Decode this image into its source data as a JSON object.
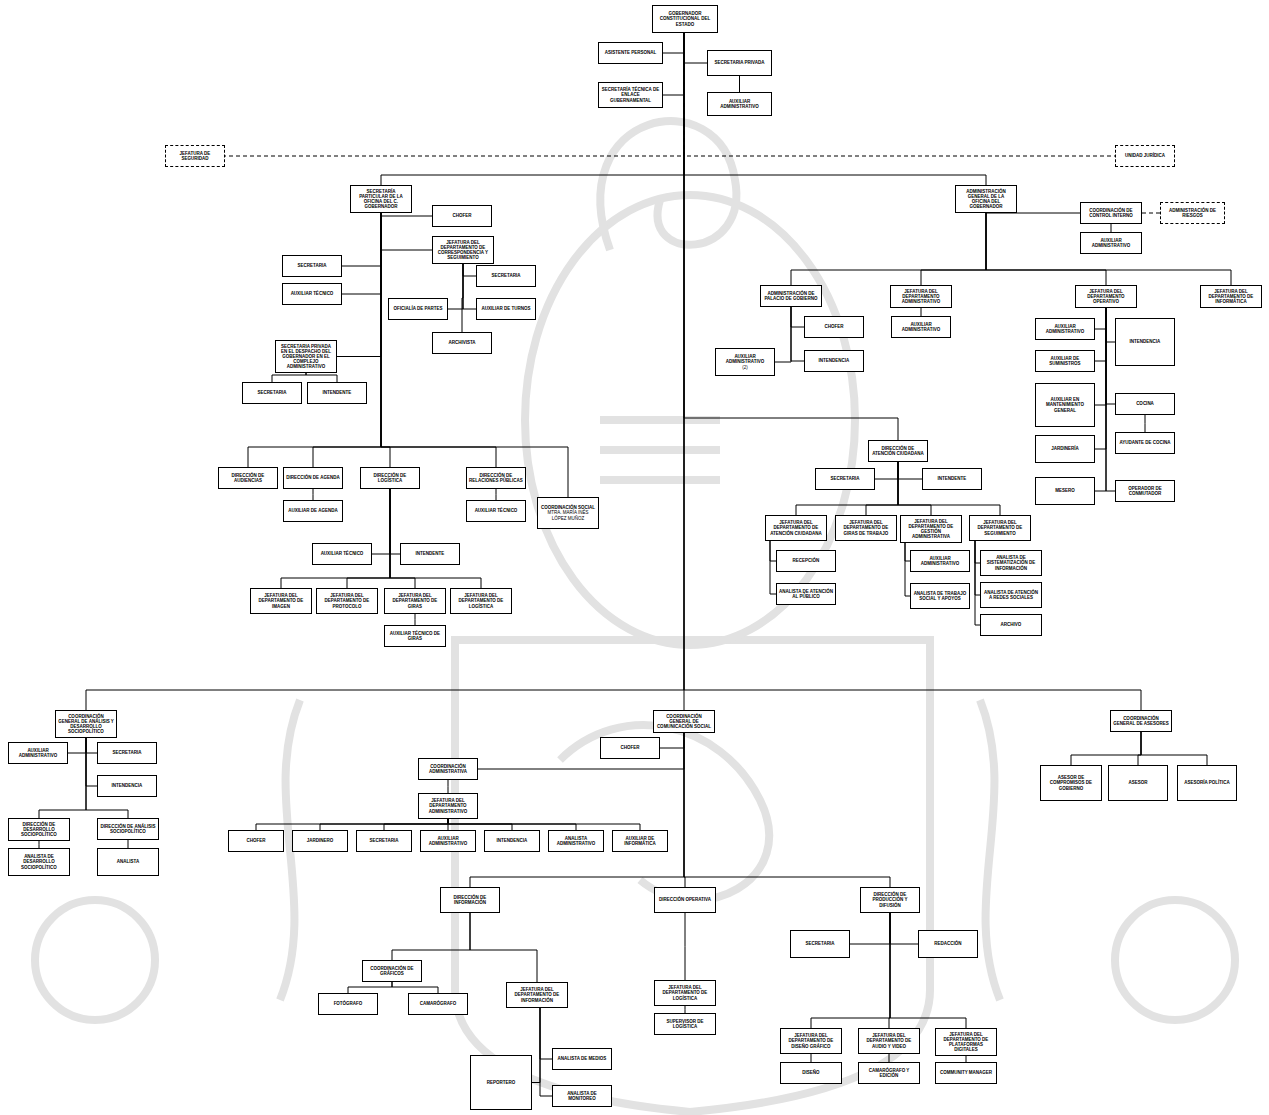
{
  "diagram": {
    "nodes": [
      {
        "text": [
          "GOBERNADOR CONSTITUCIONAL DEL ESTADO"
        ]
      },
      {
        "text": [
          "ASISTENTE PERSONAL"
        ]
      },
      {
        "text": [
          "SECRETARIA PRIVADA"
        ]
      },
      {
        "text": [
          "AUXILIAR ADMINISTRATIVO"
        ]
      },
      {
        "text": [
          "SECRETARÍA TÉCNICA DE ENLACE GUBERNAMENTAL"
        ]
      },
      {
        "text": [
          "JEFATURA DE SEGURIDAD"
        ]
      },
      {
        "text": [
          "UNIDAD JURÍDICA"
        ]
      },
      {
        "text": [
          "SECRETARÍA PARTICULAR DE LA OFICINA DEL C. GOBERNADOR"
        ]
      },
      {
        "text": [
          "CHOFER"
        ]
      },
      {
        "text": [
          "JEFATURA DEL DEPARTAMENTO DE CORRESPONDENCIA Y SEGUIMIENTO"
        ]
      },
      {
        "text": [
          "SECRETARIA"
        ]
      },
      {
        "text": [
          "AUXILIAR TÉCNICO"
        ]
      },
      {
        "text": [
          "SECRETARIA"
        ]
      },
      {
        "text": [
          "OFICIALÍA DE PARTES"
        ]
      },
      {
        "text": [
          "AUXILIAR DE TURNOS"
        ]
      },
      {
        "text": [
          "ARCHIVISTA"
        ]
      },
      {
        "text": [
          "SECRETARIA PRIVADA EN EL DESPACHO DEL GOBERNADOR EN EL COMPLEJO ADMINISTRATIVO"
        ]
      },
      {
        "text": [
          "SECRETARIA"
        ]
      },
      {
        "text": [
          "INTENDENTE"
        ]
      },
      {
        "text": [
          "DIRECCIÓN DE AUDIENCIAS"
        ]
      },
      {
        "text": [
          "DIRECCIÓN DE AGENDA"
        ]
      },
      {
        "text": [
          "AUXILIAR DE AGENDA"
        ]
      },
      {
        "text": [
          "DIRECCIÓN DE LOGÍSTICA"
        ]
      },
      {
        "text": [
          "DIRECCIÓN DE RELACIONES PÚBLICAS"
        ]
      },
      {
        "text": [
          "AUXILIAR TÉCNICO"
        ]
      },
      {
        "text": [
          "COORDINACIÓN SOCIAL",
          "MTRA. MARÍA INÉS LÓPEZ MUÑOZ"
        ]
      },
      {
        "text": [
          "AUXILIAR TÉCNICO"
        ]
      },
      {
        "text": [
          "INTENDENTE"
        ]
      },
      {
        "text": [
          "JEFATURA DEL DEPARTAMENTO DE IMAGEN"
        ]
      },
      {
        "text": [
          "JEFATURA DEL DEPARTAMENTO DE PROTOCOLO"
        ]
      },
      {
        "text": [
          "JEFATURA DEL DEPARTAMENTO DE GIRAS"
        ]
      },
      {
        "text": [
          "JEFATURA DEL DEPARTAMENTO DE LOGÍSTICA"
        ]
      },
      {
        "text": [
          "AUXILIAR TÉCNICO DE GIRAS"
        ]
      },
      {
        "text": [
          "ADMINISTRACIÓN GENERAL DE LA OFICINA DEL GOBERNADOR"
        ]
      },
      {
        "text": [
          "COORDINACIÓN DE CONTROL INTERNO"
        ]
      },
      {
        "text": [
          "ADMINISTRACIÓN DE RIESGOS"
        ]
      },
      {
        "text": [
          "AUXILIAR ADMINISTRATIVO"
        ]
      },
      {
        "text": [
          "ADMINISTRACIÓN DE PALACIO DE GOBIERNO"
        ]
      },
      {
        "text": [
          "JEFATURA DEL DEPARTAMENTO ADMINISTRATIVO"
        ]
      },
      {
        "text": [
          "JEFATURA DEL DEPARTAMENTO OPERATIVO"
        ]
      },
      {
        "text": [
          "JEFATURA DEL DEPARTAMENTO DE INFORMÁTICA"
        ]
      },
      {
        "text": [
          "CHOFER"
        ]
      },
      {
        "text": [
          "AUXILIAR ADMINISTRATIVO"
        ]
      },
      {
        "text": [
          "AUXILIAR ADMINISTRATIVO",
          "(2)"
        ]
      },
      {
        "text": [
          "INTENDENCIA"
        ]
      },
      {
        "text": [
          "AUXILIAR ADMINISTRATIVO"
        ]
      },
      {
        "text": [
          "INTENDENCIA"
        ]
      },
      {
        "text": [
          "AUXILIAR DE SUMINISTROS"
        ]
      },
      {
        "text": [
          "AUXILIAR EN MANTENIMIENTO GENERAL"
        ]
      },
      {
        "text": [
          "COCINA"
        ]
      },
      {
        "text": [
          "JARDINERÍA"
        ]
      },
      {
        "text": [
          "AYUDANTE DE COCINA"
        ]
      },
      {
        "text": [
          "MESERO"
        ]
      },
      {
        "text": [
          "OPERADOR DE CONMUTADOR"
        ]
      },
      {
        "text": [
          "DIRECCIÓN DE ATENCIÓN CIUDADANA"
        ]
      },
      {
        "text": [
          "SECRETARIA"
        ]
      },
      {
        "text": [
          "INTENDENTE"
        ]
      },
      {
        "text": [
          "JEFATURA DEL DEPARTAMENTO DE ATENCIÓN CIUDADANA"
        ]
      },
      {
        "text": [
          "JEFATURA DEL DEPARTAMENTO DE GIRAS DE TRABAJO"
        ]
      },
      {
        "text": [
          "JEFATURA DEL DEPARTAMENTO DE GESTIÓN ADMINISTRATIVA"
        ]
      },
      {
        "text": [
          "JEFATURA DEL DEPARTAMENTO DE SEGUIMIENTO"
        ]
      },
      {
        "text": [
          "RECEPCIÓN"
        ]
      },
      {
        "text": [
          "ANALISTA DE ATENCIÓN AL PÚBLICO"
        ]
      },
      {
        "text": [
          "AUXILIAR ADMINISTRATIVO"
        ]
      },
      {
        "text": [
          "ANALISTA DE TRABAJO SOCIAL Y APOYOS"
        ]
      },
      {
        "text": [
          "ANALISTA DE SISTEMATIZACIÓN DE INFORMACIÓN"
        ]
      },
      {
        "text": [
          "ANALISTA DE ATENCIÓN A REDES SOCIALES"
        ]
      },
      {
        "text": [
          "ARCHIVO"
        ]
      },
      {
        "text": [
          "COORDINACIÓN GENERAL DE ANÁLISIS Y DESARROLLO SOCIOPOLÍTICO"
        ]
      },
      {
        "text": [
          "AUXILIAR ADMINISTRATIVO"
        ]
      },
      {
        "text": [
          "SECRETARIA"
        ]
      },
      {
        "text": [
          "INTENDENCIA"
        ]
      },
      {
        "text": [
          "DIRECCIÓN DE DESARROLLO SOCIOPOLÍTICO"
        ]
      },
      {
        "text": [
          "DIRECCIÓN DE ANÁLISIS SOCIOPOLÍTICO"
        ]
      },
      {
        "text": [
          "ANALISTA DE DESARROLLO SOCIOPOLÍTICO"
        ]
      },
      {
        "text": [
          "ANALISTA"
        ]
      },
      {
        "text": [
          "COORDINACIÓN GENERAL DE COMUNICACIÓN SOCIAL"
        ]
      },
      {
        "text": [
          "CHOFER"
        ]
      },
      {
        "text": [
          "COORDINACIÓN ADMINISTRATIVA"
        ]
      },
      {
        "text": [
          "JEFATURA DEL DEPARTAMENTO ADMINISTRATIVO"
        ]
      },
      {
        "text": [
          "CHOFER"
        ]
      },
      {
        "text": [
          "JARDINERO"
        ]
      },
      {
        "text": [
          "SECRETARIA"
        ]
      },
      {
        "text": [
          "AUXILIAR ADMINISTRATIVO"
        ]
      },
      {
        "text": [
          "INTENDENCIA"
        ]
      },
      {
        "text": [
          "ANALISTA ADMINISTRATIVO"
        ]
      },
      {
        "text": [
          "AUXILIAR DE INFORMÁTICA"
        ]
      },
      {
        "text": [
          "DIRECCIÓN DE INFORMACIÓN"
        ]
      },
      {
        "text": [
          "DIRECCIÓN OPERATIVA"
        ]
      },
      {
        "text": [
          "DIRECCIÓN DE PRODUCCIÓN Y DIFUSIÓN"
        ]
      },
      {
        "text": [
          "COORDINACIÓN DE GRÁFICOS"
        ]
      },
      {
        "text": [
          "FOTÓGRAFO"
        ]
      },
      {
        "text": [
          "CAMARÓGRAFO"
        ]
      },
      {
        "text": [
          "JEFATURA DEL DEPARTAMENTO DE INFORMACIÓN"
        ]
      },
      {
        "text": [
          "REPORTERO"
        ]
      },
      {
        "text": [
          "ANALISTA DE MEDIOS"
        ]
      },
      {
        "text": [
          "ANALISTA DE MONITOREO"
        ]
      },
      {
        "text": [
          "JEFATURA DEL DEPARTAMENTO DE LOGÍSTICA"
        ]
      },
      {
        "text": [
          "SUPERVISOR DE LOGÍSTICA"
        ]
      },
      {
        "text": [
          "SECRETARIA"
        ]
      },
      {
        "text": [
          "REDACCIÓN"
        ]
      },
      {
        "text": [
          "JEFATURA DEL DEPARTAMENTO DE DISEÑO GRÁFICO"
        ]
      },
      {
        "text": [
          "JEFATURA DEL DEPARTAMENTO DE AUDIO Y VIDEO"
        ]
      },
      {
        "text": [
          "JEFATURA DEL DEPARTAMENTO DE PLATAFORMAS DIGITALES"
        ]
      },
      {
        "text": [
          "DISEÑO"
        ]
      },
      {
        "text": [
          "CAMARÓGRAFO Y EDICIÓN"
        ]
      },
      {
        "text": [
          "COMMUNITY MANAGER"
        ]
      },
      {
        "text": [
          "COORDINACIÓN GENERAL DE ASESORES"
        ]
      },
      {
        "text": [
          "ASESOR DE COMPROMISOS DE GOBIERNO"
        ]
      },
      {
        "text": [
          "ASESOR"
        ]
      },
      {
        "text": [
          "ASESORÍA POLÍTICA"
        ]
      }
    ],
    "edges": [
      {
        "from": 0,
        "to": 1,
        "arrow": "none"
      },
      {
        "from": 0,
        "to": 2,
        "arrow": "none"
      },
      {
        "from": 2,
        "to": 3,
        "arrow": "none"
      },
      {
        "from": 0,
        "to": 4,
        "arrow": "none"
      },
      {
        "from": 0,
        "to": 5,
        "arrow": "none"
      },
      {
        "from": 0,
        "to": 6,
        "arrow": "none"
      },
      {
        "from": 0,
        "to": 7,
        "arrow": "none"
      },
      {
        "from": 0,
        "to": 33,
        "arrow": "none"
      },
      {
        "from": 0,
        "to": 54,
        "arrow": "none"
      },
      {
        "from": 0,
        "to": 68,
        "arrow": "none"
      },
      {
        "from": 0,
        "to": 76,
        "arrow": "none"
      },
      {
        "from": 0,
        "to": 107,
        "arrow": "none"
      },
      {
        "from": 7,
        "to": 8,
        "arrow": "none"
      },
      {
        "from": 7,
        "to": 9,
        "arrow": "none"
      },
      {
        "from": 7,
        "to": 10,
        "arrow": "none"
      },
      {
        "from": 7,
        "to": 11,
        "arrow": "none"
      },
      {
        "from": 7,
        "to": 16,
        "arrow": "none"
      },
      {
        "from": 7,
        "to": 19,
        "arrow": "none"
      },
      {
        "from": 7,
        "to": 20,
        "arrow": "none"
      },
      {
        "from": 7,
        "to": 22,
        "arrow": "none"
      },
      {
        "from": 7,
        "to": 23,
        "arrow": "none"
      },
      {
        "from": 7,
        "to": 25,
        "arrow": "none"
      },
      {
        "from": 9,
        "to": 12,
        "arrow": "none"
      },
      {
        "from": 9,
        "to": 13,
        "arrow": "none"
      },
      {
        "from": 9,
        "to": 14,
        "arrow": "none"
      },
      {
        "from": 9,
        "to": 15,
        "arrow": "none"
      },
      {
        "from": 16,
        "to": 17,
        "arrow": "none"
      },
      {
        "from": 16,
        "to": 18,
        "arrow": "none"
      },
      {
        "from": 20,
        "to": 21,
        "arrow": "none"
      },
      {
        "from": 23,
        "to": 24,
        "arrow": "none"
      },
      {
        "from": 22,
        "to": 26,
        "arrow": "none"
      },
      {
        "from": 22,
        "to": 27,
        "arrow": "none"
      },
      {
        "from": 22,
        "to": 28,
        "arrow": "none"
      },
      {
        "from": 22,
        "to": 29,
        "arrow": "none"
      },
      {
        "from": 22,
        "to": 30,
        "arrow": "none"
      },
      {
        "from": 22,
        "to": 31,
        "arrow": "none"
      },
      {
        "from": 30,
        "to": 32,
        "arrow": "none"
      },
      {
        "from": 33,
        "to": 34,
        "arrow": "none"
      },
      {
        "from": 34,
        "to": 35,
        "arrow": "none"
      },
      {
        "from": 34,
        "to": 36,
        "arrow": "none"
      },
      {
        "from": 33,
        "to": 37,
        "arrow": "none"
      },
      {
        "from": 33,
        "to": 38,
        "arrow": "none"
      },
      {
        "from": 33,
        "to": 39,
        "arrow": "none"
      },
      {
        "from": 33,
        "to": 40,
        "arrow": "none"
      },
      {
        "from": 37,
        "to": 41,
        "arrow": "none"
      },
      {
        "from": 37,
        "to": 43,
        "arrow": "none"
      },
      {
        "from": 37,
        "to": 44,
        "arrow": "none"
      },
      {
        "from": 38,
        "to": 42,
        "arrow": "none"
      },
      {
        "from": 39,
        "to": 45,
        "arrow": "none"
      },
      {
        "from": 39,
        "to": 46,
        "arrow": "none"
      },
      {
        "from": 39,
        "to": 47,
        "arrow": "none"
      },
      {
        "from": 39,
        "to": 48,
        "arrow": "none"
      },
      {
        "from": 39,
        "to": 49,
        "arrow": "none"
      },
      {
        "from": 39,
        "to": 50,
        "arrow": "none"
      },
      {
        "from": 39,
        "to": 52,
        "arrow": "none"
      },
      {
        "from": 39,
        "to": 53,
        "arrow": "none"
      },
      {
        "from": 49,
        "to": 51,
        "arrow": "none"
      },
      {
        "from": 54,
        "to": 55,
        "arrow": "none"
      },
      {
        "from": 54,
        "to": 56,
        "arrow": "none"
      },
      {
        "from": 54,
        "to": 57,
        "arrow": "none"
      },
      {
        "from": 54,
        "to": 58,
        "arrow": "none"
      },
      {
        "from": 54,
        "to": 59,
        "arrow": "none"
      },
      {
        "from": 54,
        "to": 60,
        "arrow": "none"
      },
      {
        "from": 57,
        "to": 61,
        "arrow": "none"
      },
      {
        "from": 57,
        "to": 62,
        "arrow": "none"
      },
      {
        "from": 59,
        "to": 63,
        "arrow": "none"
      },
      {
        "from": 59,
        "to": 64,
        "arrow": "none"
      },
      {
        "from": 60,
        "to": 65,
        "arrow": "none"
      },
      {
        "from": 60,
        "to": 66,
        "arrow": "none"
      },
      {
        "from": 60,
        "to": 67,
        "arrow": "none"
      },
      {
        "from": 68,
        "to": 69,
        "arrow": "none"
      },
      {
        "from": 68,
        "to": 70,
        "arrow": "none"
      },
      {
        "from": 68,
        "to": 71,
        "arrow": "none"
      },
      {
        "from": 68,
        "to": 72,
        "arrow": "none"
      },
      {
        "from": 68,
        "to": 73,
        "arrow": "none"
      },
      {
        "from": 72,
        "to": 74,
        "arrow": "none"
      },
      {
        "from": 73,
        "to": 75,
        "arrow": "none"
      },
      {
        "from": 76,
        "to": 77,
        "arrow": "none"
      },
      {
        "from": 76,
        "to": 78,
        "arrow": "none"
      },
      {
        "from": 78,
        "to": 79,
        "arrow": "none"
      },
      {
        "from": 79,
        "to": 80,
        "arrow": "none"
      },
      {
        "from": 79,
        "to": 81,
        "arrow": "none"
      },
      {
        "from": 79,
        "to": 82,
        "arrow": "none"
      },
      {
        "from": 79,
        "to": 83,
        "arrow": "none"
      },
      {
        "from": 79,
        "to": 84,
        "arrow": "none"
      },
      {
        "from": 79,
        "to": 85,
        "arrow": "none"
      },
      {
        "from": 79,
        "to": 86,
        "arrow": "none"
      },
      {
        "from": 76,
        "to": 87,
        "arrow": "none"
      },
      {
        "from": 76,
        "to": 88,
        "arrow": "none"
      },
      {
        "from": 76,
        "to": 89,
        "arrow": "none"
      },
      {
        "from": 87,
        "to": 90,
        "arrow": "none"
      },
      {
        "from": 87,
        "to": 93,
        "arrow": "none"
      },
      {
        "from": 90,
        "to": 91,
        "arrow": "none"
      },
      {
        "from": 90,
        "to": 92,
        "arrow": "none"
      },
      {
        "from": 93,
        "to": 94,
        "arrow": "none"
      },
      {
        "from": 93,
        "to": 95,
        "arrow": "none"
      },
      {
        "from": 93,
        "to": 96,
        "arrow": "none"
      },
      {
        "from": 88,
        "to": 97,
        "arrow": "none"
      },
      {
        "from": 97,
        "to": 98,
        "arrow": "none"
      },
      {
        "from": 89,
        "to": 99,
        "arrow": "none"
      },
      {
        "from": 89,
        "to": 100,
        "arrow": "none"
      },
      {
        "from": 89,
        "to": 101,
        "arrow": "none"
      },
      {
        "from": 89,
        "to": 102,
        "arrow": "none"
      },
      {
        "from": 89,
        "to": 103,
        "arrow": "none"
      },
      {
        "from": 101,
        "to": 104,
        "arrow": "none"
      },
      {
        "from": 102,
        "to": 105,
        "arrow": "none"
      },
      {
        "from": 103,
        "to": 106,
        "arrow": "none"
      },
      {
        "from": 107,
        "to": 108,
        "arrow": "none"
      },
      {
        "from": 107,
        "to": 109,
        "arrow": "none"
      },
      {
        "from": 107,
        "to": 110,
        "arrow": "none"
      }
    ]
  }
}
